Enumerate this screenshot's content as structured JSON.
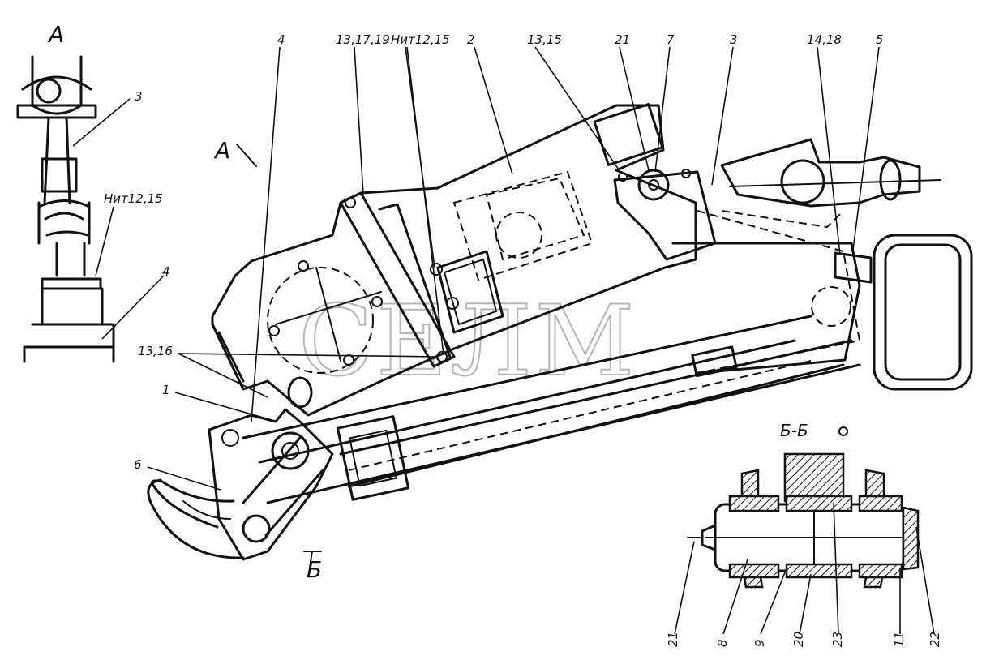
{
  "watermark": "СЕЛМ",
  "view_a": {
    "title": "А",
    "labels": {
      "part3": "3",
      "nut": "Нит12,15",
      "part4": "4"
    }
  },
  "main_view": {
    "view_arrow": "А",
    "section_arrow": "Б",
    "labels": {
      "part4": "4",
      "bolts_1317": "13,17,19",
      "nut_1215": "Нит12,15",
      "part2": "2",
      "bolts_1315": "13,15",
      "part21": "21",
      "part7": "7",
      "part3": "3",
      "bolts_1418": "14,18",
      "part5": "5",
      "bolts_1316": "13,16",
      "part1": "1",
      "part6": "6"
    }
  },
  "section_bb": {
    "title": "Б-Б",
    "labels": [
      "21",
      "8",
      "9",
      "20",
      "23",
      "11",
      "22"
    ]
  }
}
